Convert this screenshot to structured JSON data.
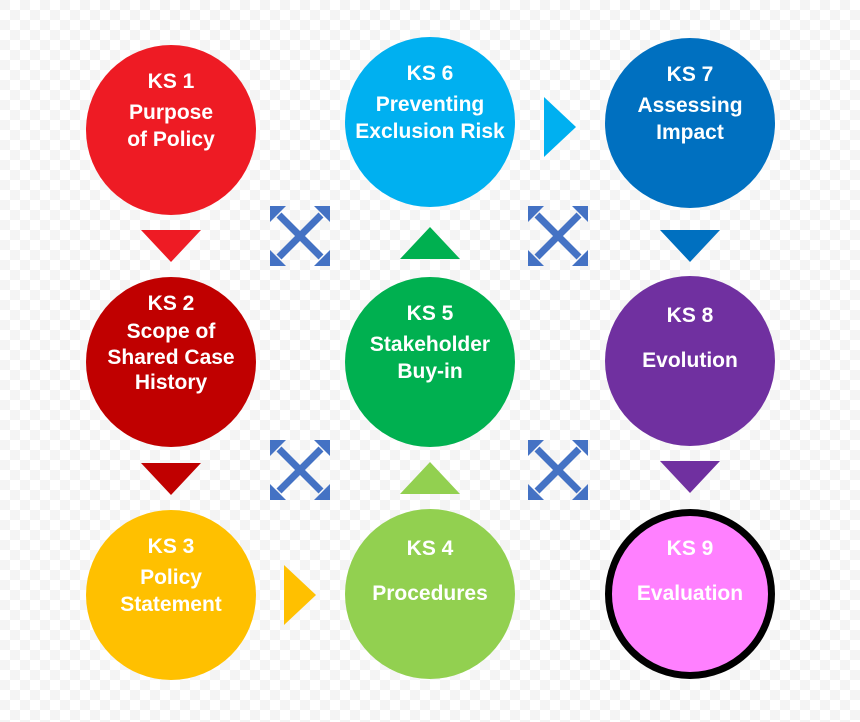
{
  "nodes": [
    {
      "id": "ks1",
      "lines": [
        "KS 1",
        "Purpose",
        "of Policy"
      ],
      "color": "#ee1b24"
    },
    {
      "id": "ks2",
      "lines": [
        "KS 2",
        "Scope of",
        "Shared Case",
        "History"
      ],
      "color": "#c00000"
    },
    {
      "id": "ks3",
      "lines": [
        "KS 3",
        "Policy",
        "Statement"
      ],
      "color": "#ffc000"
    },
    {
      "id": "ks4",
      "lines": [
        "KS 4",
        "Procedures"
      ],
      "color": "#92d050"
    },
    {
      "id": "ks5",
      "lines": [
        "KS 5",
        "Stakeholder",
        "Buy-in"
      ],
      "color": "#00b050"
    },
    {
      "id": "ks6",
      "lines": [
        "KS 6",
        "Preventing",
        "Exclusion Risk"
      ],
      "color": "#00b0f0"
    },
    {
      "id": "ks7",
      "lines": [
        "KS 7",
        "Assessing",
        "Impact"
      ],
      "color": "#0070c0"
    },
    {
      "id": "ks8",
      "lines": [
        "KS 8",
        "Evolution"
      ],
      "color": "#7030a0"
    },
    {
      "id": "ks9",
      "lines": [
        "KS 9",
        "Evaluation"
      ],
      "color": "#ff80ff"
    }
  ],
  "arrows": [
    {
      "from": "ks1",
      "to": "ks2",
      "direction": "down",
      "color": "#ee1b24"
    },
    {
      "from": "ks2",
      "to": "ks3",
      "direction": "down",
      "color": "#c00000"
    },
    {
      "from": "ks3",
      "to": "ks4",
      "direction": "right",
      "color": "#ffc000"
    },
    {
      "from": "ks4",
      "to": "ks5",
      "direction": "up",
      "color": "#92d050"
    },
    {
      "from": "ks5",
      "to": "ks6",
      "direction": "up",
      "color": "#00b050"
    },
    {
      "from": "ks6",
      "to": "ks7",
      "direction": "right",
      "color": "#00b0f0"
    },
    {
      "from": "ks7",
      "to": "ks8",
      "direction": "down",
      "color": "#0070c0"
    },
    {
      "from": "ks8",
      "to": "ks9",
      "direction": "down",
      "color": "#7030a0"
    }
  ],
  "cross_arrow_color": "#4472c4",
  "cross_arrow_count": 4,
  "final_node_outline_color": "#000000"
}
